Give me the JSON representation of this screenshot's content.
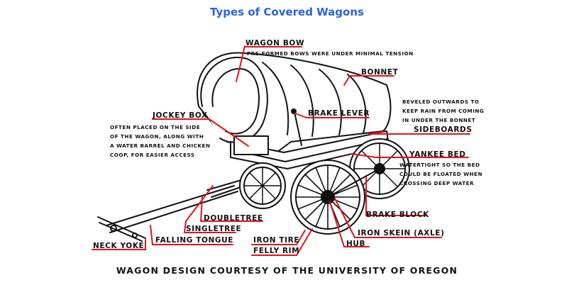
{
  "title": "Types of Covered Wagons",
  "credit": "WAGON DESIGN COURTESY OF THE UNIVERSITY OF OREGON",
  "colors": {
    "title": "#2b63e6",
    "leader": "#e0141c",
    "ink": "#111111"
  },
  "labels": {
    "wagon_bow": "WAGON BOW",
    "wagon_bow_note": "PRE-FORMED BOWS WERE UNDER MINIMAL TENSION",
    "bonnet": "BONNET",
    "bonnet_note": [
      "BEVELED OUTWARDS TO",
      "KEEP RAIN FROM COMING",
      "IN UNDER THE BONNET"
    ],
    "jockey_box": "JOCKEY BOX",
    "jockey_box_note": [
      "OFTEN PLACED ON THE SIDE",
      "OF THE WAGON, ALONG WITH",
      "A WATER BARREL AND CHICKEN",
      "COOP, FOR EASIER ACCESS"
    ],
    "brake_lever": "BRAKE LEVER",
    "sideboards": "SIDEBOARDS",
    "yankee_bed": "YANKEE BED",
    "yankee_bed_note": [
      "WATERTIGHT SO THE BED",
      "COULD BE FLOATED WHEN",
      "CROSSING DEEP WATER"
    ],
    "brake_block": "BRAKE BLOCK",
    "doubletree": "DOUBLETREE",
    "singletree": "SINGLETREE",
    "iron_skein": "IRON SKEIN (AXLE)",
    "iron_tire": "IRON TIRE",
    "hub": "HUB",
    "felly_rim": "FELLY RIM",
    "falling_tongue": "FALLING TONGUE",
    "neck_yoke": "NECK YOKE"
  }
}
